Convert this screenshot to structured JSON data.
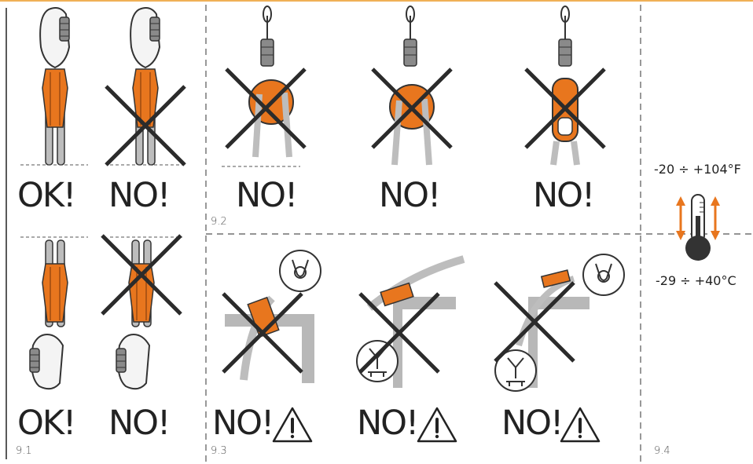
{
  "sections": {
    "s91": {
      "caption": "9.1",
      "verdicts": [
        "OK!",
        "NO!",
        "OK!",
        "NO!"
      ]
    },
    "s92": {
      "caption": "9.2",
      "verdicts": [
        "NO!",
        "NO!",
        "NO!"
      ]
    },
    "s93": {
      "caption": "9.3",
      "verdicts": [
        "NO!",
        "NO!",
        "NO!"
      ]
    },
    "s94": {
      "caption": "9.4",
      "temp_high": "-20 ÷ +104°F",
      "temp_low": "-29 ÷ +40°C"
    }
  },
  "colors": {
    "accent_orange": "#e8761e",
    "rope_grey": "#b9b9b9",
    "outline": "#333333",
    "cross": "#2b2b2b"
  },
  "icons": [
    "carabiner-icon",
    "descender-icon",
    "cross-mark-icon",
    "warning-icon",
    "thermometer-icon",
    "harness-detail-icon"
  ]
}
